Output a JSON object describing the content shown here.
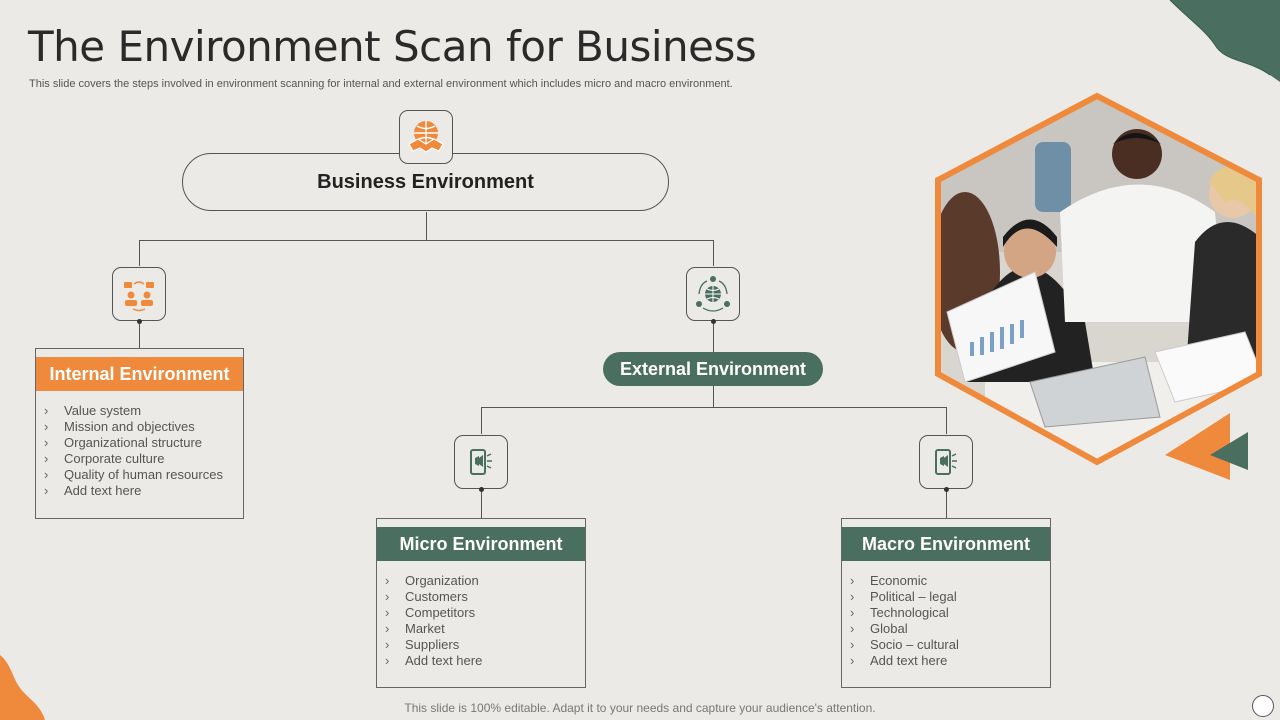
{
  "slide": {
    "title": "The Environment Scan for Business",
    "subtitle": "This slide covers the steps involved in environment scanning for internal and external environment which includes micro and macro environment.",
    "footer": "This slide is 100% editable. Adapt it to your needs and capture your audience's attention."
  },
  "diagram": {
    "root": {
      "label": "Business Environment",
      "icon": "handshake-globe-icon"
    },
    "internal": {
      "label": "Internal Environment",
      "icon": "team-meeting-icon",
      "items": [
        "Value system",
        "Mission and objectives",
        "Organizational  structure",
        "Corporate  culture",
        "Quality of human resources",
        "Add text here"
      ]
    },
    "external": {
      "label": "External Environment",
      "icon": "global-network-icon"
    },
    "micro": {
      "label": "Micro Environment",
      "icon": "mobile-marketing-icon",
      "items": [
        "Organization",
        "Customers",
        "Competitors",
        "Market",
        "Suppliers",
        "Add text here"
      ]
    },
    "macro": {
      "label": "Macro Environment",
      "icon": "mobile-marketing-icon",
      "items": [
        "Economic",
        "Political – legal",
        "Technological",
        "Global",
        "Socio – cultural",
        "Add text here"
      ]
    }
  },
  "colors": {
    "orange": "#ef8a3c",
    "green": "#4a6e5f",
    "background": "#ebeae6"
  }
}
